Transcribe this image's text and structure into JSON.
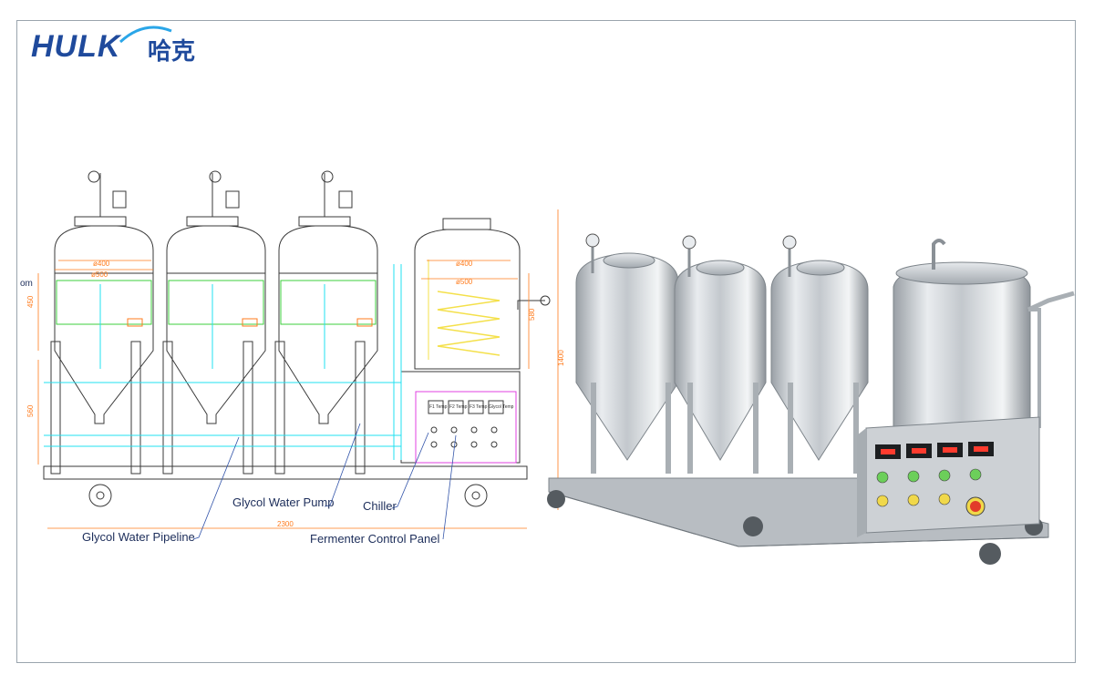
{
  "brand": {
    "name": "HULK",
    "name_cn": "哈克",
    "color": "#1f4a9c",
    "accent": "#2aa6e8"
  },
  "callouts": {
    "glycol_pump": "Glycol Water Pump",
    "chiller": "Chiller",
    "glycol_pipeline": "Glycol Water Pipeline",
    "control_panel": "Fermenter Control Panel"
  },
  "dimensions": {
    "dia_inner_1": "ø400",
    "dia_outer_1": "ø500",
    "dia_inner_2": "ø400",
    "dia_outer_2": "ø500",
    "height_450": "450",
    "height_560": "560",
    "height_580": "580",
    "height_1400": "1400",
    "width_2300": "2300",
    "left_partial": "om"
  },
  "panel_labels": [
    "F1 Temp",
    "F2 Temp",
    "F3 Temp",
    "Glycol Temp"
  ],
  "colors": {
    "line": "#3a3a3a",
    "cyan": "#21e0f0",
    "green": "#3ccf3c",
    "yellow": "#f4e04a",
    "orange": "#ff7b1c",
    "magenta": "#e040e0",
    "steel": "#c9cdd1"
  }
}
